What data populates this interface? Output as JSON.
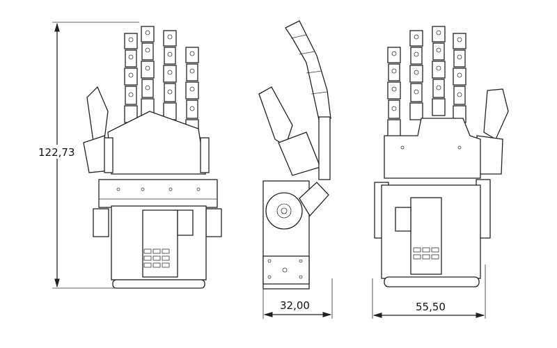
{
  "drawing": {
    "views": [
      "front-view",
      "side-view",
      "back-view"
    ],
    "dimensions": {
      "height": "122,73",
      "side_width": "32,00",
      "back_width": "55,50"
    }
  }
}
